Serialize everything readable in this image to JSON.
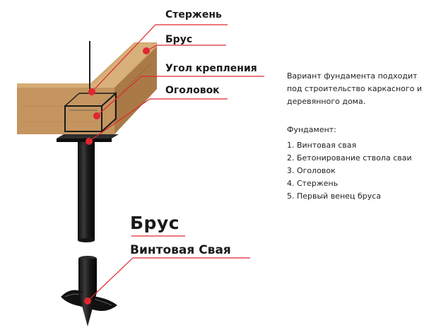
{
  "labels": {
    "rod": "Стержень",
    "beam": "Брус",
    "angle": "Угол крепления",
    "cap": "Оголовок",
    "beam_big": "Брус",
    "pile_big": "Винтовая Свая"
  },
  "side": {
    "description": "Вариант фундамента подходит под строительство каркасного и деревянного дома.",
    "foundation_title": "Фундамент:",
    "items": [
      "1. Винтовая свая",
      "2. Бетонирование ствола сваи",
      "3. Оголовок",
      "4. Стержень",
      "5. Первый венец бруса"
    ]
  },
  "colors": {
    "wood_front": "#c4955f",
    "wood_top": "#d2a871",
    "wood_side": "#a97a46",
    "metal": "#1b1b1b",
    "callout": "#e0262f"
  }
}
